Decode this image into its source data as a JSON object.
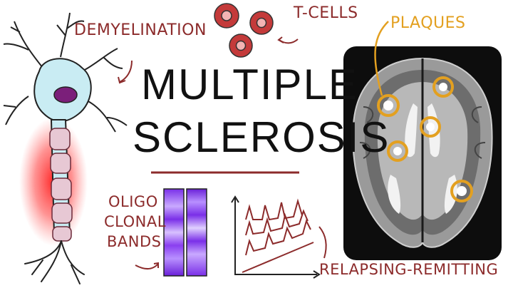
{
  "title": {
    "line1": "MULTIPLE",
    "line2": "SCLEROSIS"
  },
  "labels": {
    "demyelination": "DEMYELINATION",
    "tcells": "T-CELLS",
    "plaques": "PLAQUES",
    "oligo1": "OLIGO",
    "oligo2": "CLONAL",
    "oligo3": "BANDS",
    "relapsing": "RELAPSING-REMITTING"
  },
  "colors": {
    "accent_red": "#8c2b2b",
    "plaque_ring": "#e3a020",
    "neuron_fill": "#c9ecf3",
    "nucleus": "#7b1f7a",
    "inflammation": "#ff2a2a",
    "band": "#8a3ff0",
    "tcell": "#c43a3a",
    "brain_bg": "#0d0d0d"
  }
}
